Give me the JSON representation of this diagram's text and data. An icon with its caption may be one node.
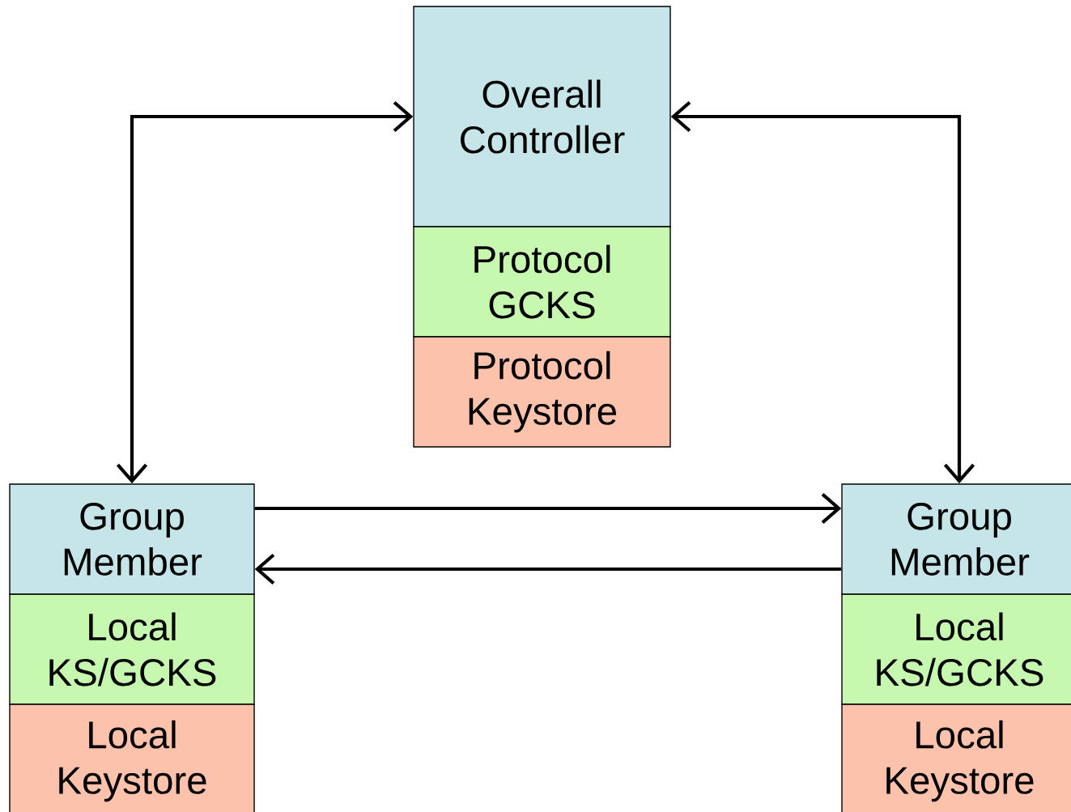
{
  "diagram": {
    "nodes": [
      {
        "text": [
          "Overall Controller"
        ]
      },
      {
        "text": [
          "Protocol GCKS"
        ]
      },
      {
        "text": [
          "Protocol Keystore"
        ]
      },
      {
        "text": [
          "Group Member"
        ]
      },
      {
        "text": [
          "Local KS/GCKS"
        ]
      },
      {
        "text": [
          "Local Keystore"
        ]
      },
      {
        "text": [
          "Group Member"
        ]
      },
      {
        "text": [
          "Local KS/GCKS"
        ]
      },
      {
        "text": [
          "Local Keystore"
        ]
      }
    ],
    "edges": [
      {
        "from": 3,
        "to": 0,
        "arrow": "both"
      },
      {
        "from": 6,
        "to": 0,
        "arrow": "both"
      },
      {
        "from": 3,
        "to": 6,
        "arrow": "to"
      },
      {
        "from": 6,
        "to": 3,
        "arrow": "to"
      }
    ]
  }
}
